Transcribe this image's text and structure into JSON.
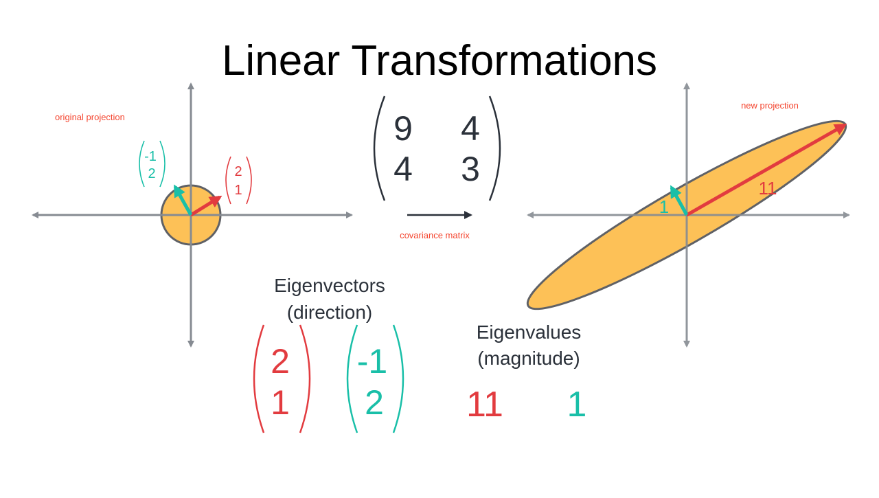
{
  "title": "Linear Transformations",
  "colors": {
    "red": "#e23b3f",
    "teal": "#19bfa8",
    "dark": "#2b313a",
    "fill": "#fdc157",
    "axis": "#868b92",
    "label": "#f4452f"
  },
  "left_panel": {
    "label": "original projection",
    "teal_vector": [
      "-1",
      "2"
    ],
    "red_vector": [
      "2",
      "1"
    ]
  },
  "covariance": {
    "matrix": [
      [
        "9",
        "4"
      ],
      [
        "4",
        "3"
      ]
    ],
    "label": "covariance matrix"
  },
  "right_panel": {
    "label": "new projection",
    "red_magnitude": "11",
    "teal_magnitude": "1"
  },
  "eigenvectors": {
    "title": "Eigenvectors",
    "subtitle": "(direction)",
    "red": [
      "2",
      "1"
    ],
    "teal": [
      "-1",
      "2"
    ]
  },
  "eigenvalues": {
    "title": "Eigenvalues",
    "subtitle": "(magnitude)",
    "red": "11",
    "teal": "1"
  }
}
